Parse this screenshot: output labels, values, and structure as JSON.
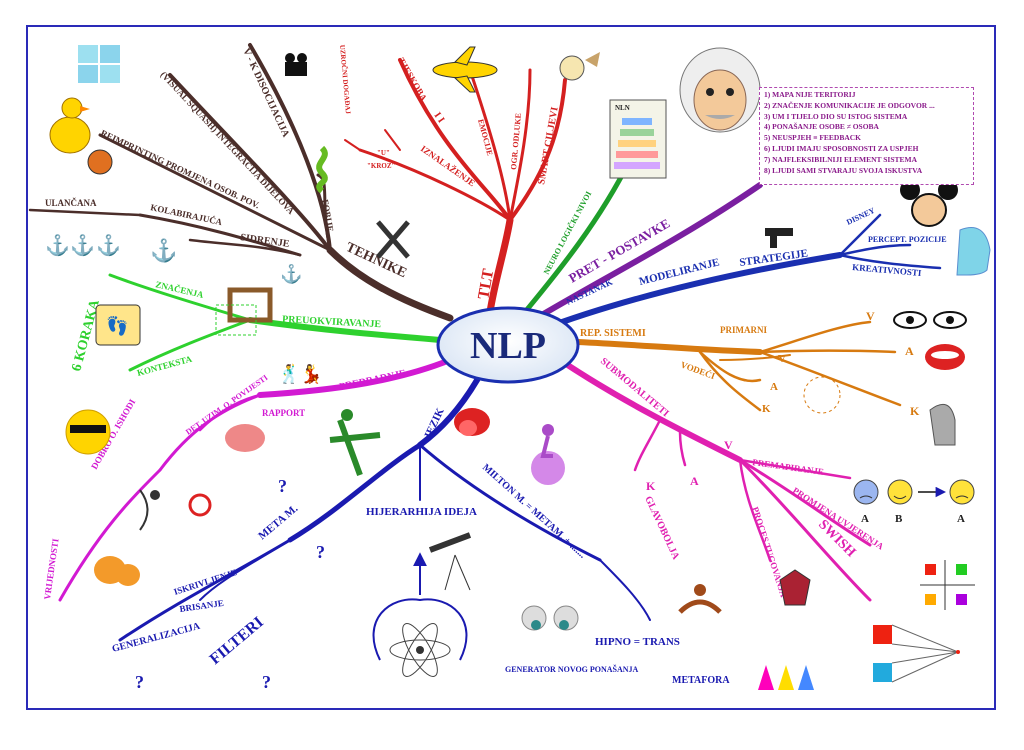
{
  "center": {
    "label": "NLP"
  },
  "branches": {
    "tehnike": {
      "title": "TEHNIKE",
      "color": "#4b2e2a",
      "items": [
        "V - K DISOCIJACIJA",
        "(VISUAL SQUASH) INTEGRACIJA DIJELOVA",
        "FOBIJE",
        "REIMPRINTING PROMJENA OSOB. POV.",
        "KOLABIRAJUĆA",
        "ULANČANA",
        "SIDRENJE"
      ]
    },
    "tlt": {
      "title": "TLT",
      "color": "#d42020",
      "items": [
        "UZROČNI DOGAĐAJ",
        "\"U\"",
        "\"KROZ\"",
        "TJESKOBA",
        "I I",
        "IZNALAŽENJE",
        "EMOCIJE",
        "OGR. ODLUKE",
        "SMART CILJEVI"
      ]
    },
    "neuro": {
      "title": "NEURO LOGIČKI NIVOI",
      "color": "#1e9e2a",
      "chart_label": "NLN"
    },
    "pretpostavke": {
      "title": "PRET - POSTAVKE",
      "color": "#7a1fa0",
      "principles": [
        "1) MAPA NIJE TERITORIJ",
        "2) ZNAČENJE KOMUNIKACIJE JE ODGOVOR ...",
        "3) UM I TIJELO DIO SU ISTOG SISTEMA",
        "4) PONAŠANJE OSOBE ≠ OSOBA",
        "5) NEUSPJEH ≡ FEEDBACK",
        "6) LJUDI IMAJU SPOSOBNOSTI ZA USPJEH",
        "7) NAJFLEKSIBILNIJI ELEMENT SISTEMA",
        "8) LJUDI SAMI STVARAJU SVOJA ISKUSTVA"
      ]
    },
    "modeliranje": {
      "title": "MODELIRANJE",
      "color": "#1a2fb0",
      "items": [
        "NASTANAK",
        "STRATEGIJE",
        "DISNEY",
        "PERCEPT. POZICIJE",
        "KREATIVNOSTI"
      ]
    },
    "rep": {
      "title": "REP. SISTEMI",
      "color": "#d77a10",
      "items": [
        "PRIMARNI",
        "VODEĆI",
        "V",
        "A",
        "K",
        "V",
        "A",
        "K"
      ]
    },
    "submodaliteti": {
      "title": "SUBMODALITETI",
      "color": "#e020b0",
      "items": [
        "V",
        "A",
        "K",
        "GLAVOBOLJA",
        "PREMAPIRANJE",
        "PROMJENA UVJERENJA",
        "PROCES TUGOVANJA",
        "SWISH"
      ],
      "faces": [
        "A",
        "B",
        "A"
      ]
    },
    "jezik": {
      "title": "JEZIK",
      "color": "#1a1ab0",
      "items": [
        "META M.",
        "ISKRIVLJENJE",
        "BRISANJE",
        "GENERALIZACIJA",
        "FILTERI",
        "HIJERARHIJA IDEJA",
        "MILTON M. = METAM. + .......",
        "HIPNO = TRANS",
        "GENERATOR NOVOG PONAŠANJA",
        "METAFORA"
      ],
      "question_mark": "?"
    },
    "predradnje": {
      "title": "PREDRADNJE",
      "color": "#d21ad2",
      "items": [
        "RAPPORT",
        "DET. UZIM. O. POVIJESTI",
        "DOBRO O. ISHODI",
        "VRIJEDNOSTI"
      ]
    },
    "preokvir": {
      "title": "PREUOKVIRAVANJE",
      "color": "#2ed12e",
      "items": [
        "ZNAČENJA",
        "KONTEKSTA",
        "6 KORAKA"
      ]
    }
  },
  "icons": [
    "puzzle-icon",
    "duck-icon",
    "ball-icon",
    "camera-icon",
    "snake-icon",
    "plane-icon",
    "clock-icon",
    "einstein-icon",
    "mickey-icon",
    "head-icon",
    "gun-icon",
    "eye-icon",
    "mouth-icon",
    "arm-icon",
    "sun-icon",
    "tongue-icon",
    "dancer-icon",
    "telescope-icon",
    "atom-icon",
    "yoga-icon",
    "princess-icon",
    "archer-icon",
    "money-bag-icon",
    "anchor-icon",
    "tools-icon",
    "footprints-icon",
    "frame-icon",
    "dancers-icon"
  ]
}
